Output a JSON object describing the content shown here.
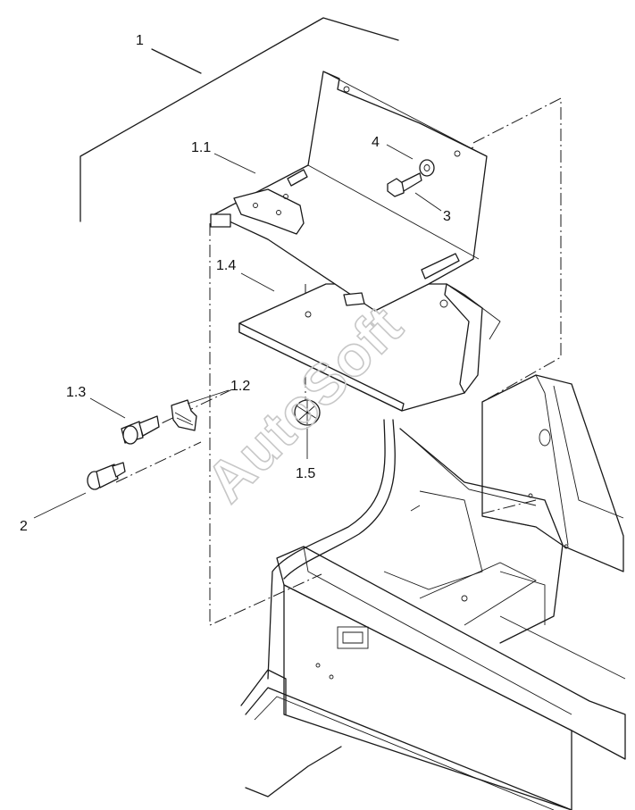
{
  "labels": {
    "l1": "1",
    "l1_1": "1.1",
    "l4": "4",
    "l3": "3",
    "l1_4": "1.4",
    "l1_3": "1.3",
    "l1_2": "1.2",
    "l1_5": "1.5",
    "l2": "2"
  },
  "watermark": "AutoSoft",
  "colors": {
    "ink": "#1a1a1a",
    "watermark": "#c7c7c7",
    "background": "#ffffff"
  }
}
